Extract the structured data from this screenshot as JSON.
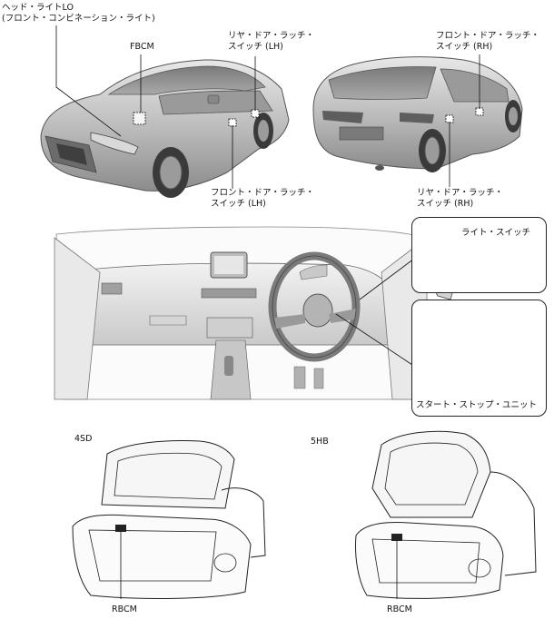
{
  "labels": {
    "headlight_lo": [
      "ヘッド・ライトLO",
      "(フロント・コンビネーション・ライト)"
    ],
    "fbcm": "FBCM",
    "rear_door_latch_lh": [
      "リヤ・ドア・ラッチ・",
      "スイッチ (LH)"
    ],
    "front_door_latch_rh": [
      "フロント・ドア・ラッチ・",
      "スイッチ (RH)"
    ],
    "front_door_latch_lh": [
      "フロント・ドア・ラッチ・",
      "スイッチ (LH)"
    ],
    "rear_door_latch_rh": [
      "リヤ・ドア・ラッチ・",
      "スイッチ (RH)"
    ],
    "light_switch": "ライト・スイッチ",
    "start_stop_unit": "スタート・ストップ・ユニット",
    "variant_4sd": "4SD",
    "variant_5hb": "5HB",
    "rbcm_4sd": "RBCM",
    "rbcm_5hb": "RBCM"
  }
}
